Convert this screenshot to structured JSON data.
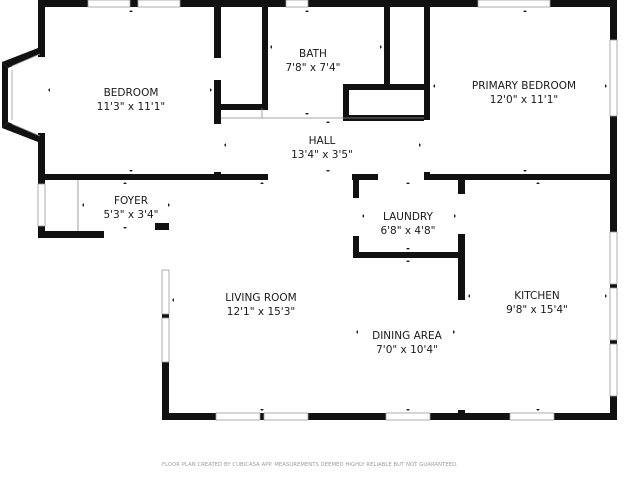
{
  "rooms": {
    "bedroom": {
      "name": "BEDROOM",
      "dims": "11'3\" x 11'1\""
    },
    "bath": {
      "name": "BATH",
      "dims": "7'8\" x 7'4\""
    },
    "primary_bedroom": {
      "name": "PRIMARY BEDROOM",
      "dims": "12'0\" x 11'1\""
    },
    "hall": {
      "name": "HALL",
      "dims": "13'4\" x 3'5\""
    },
    "foyer": {
      "name": "FOYER",
      "dims": "5'3\" x 3'4\""
    },
    "laundry": {
      "name": "LAUNDRY",
      "dims": "6'8\" x 4'8\""
    },
    "living_room": {
      "name": "LIVING ROOM",
      "dims": "12'1\" x 15'3\""
    },
    "kitchen": {
      "name": "KITCHEN",
      "dims": "9'8\" x 15'4\""
    },
    "dining_area": {
      "name": "DINING AREA",
      "dims": "7'0\" x 10'4\""
    }
  },
  "footer": {
    "disclaimer": "FLOOR PLAN CREATED BY CUBICASA APP. MEASUREMENTS DEEMED HIGHLY RELIABLE BUT NOT GUARANTEED."
  }
}
